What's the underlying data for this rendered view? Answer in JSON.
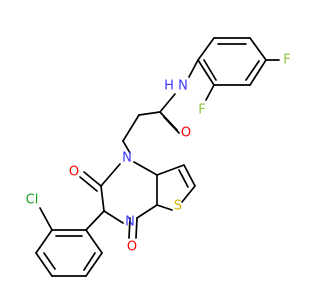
{
  "figure": {
    "type": "chemical-structure",
    "atoms": [
      {
        "id": "F1",
        "label": "F",
        "color": "#8cc63f"
      },
      {
        "id": "F2",
        "label": "F",
        "color": "#8cc63f"
      },
      {
        "id": "N1",
        "label": "N",
        "color": "#3b3bff"
      },
      {
        "id": "H1",
        "label": "H",
        "color": "#3b3bff"
      },
      {
        "id": "O1",
        "label": "O",
        "color": "#ff0000"
      },
      {
        "id": "N2",
        "label": "N",
        "color": "#3b3bff"
      },
      {
        "id": "N3",
        "label": "N",
        "color": "#3b3bff"
      },
      {
        "id": "O2",
        "label": "O",
        "color": "#ff0000"
      },
      {
        "id": "O3",
        "label": "O",
        "color": "#ff0000"
      },
      {
        "id": "S1",
        "label": "S",
        "color": "#d4b400"
      },
      {
        "id": "CL1",
        "label": "Cl",
        "color": "#1fa01f"
      }
    ]
  }
}
